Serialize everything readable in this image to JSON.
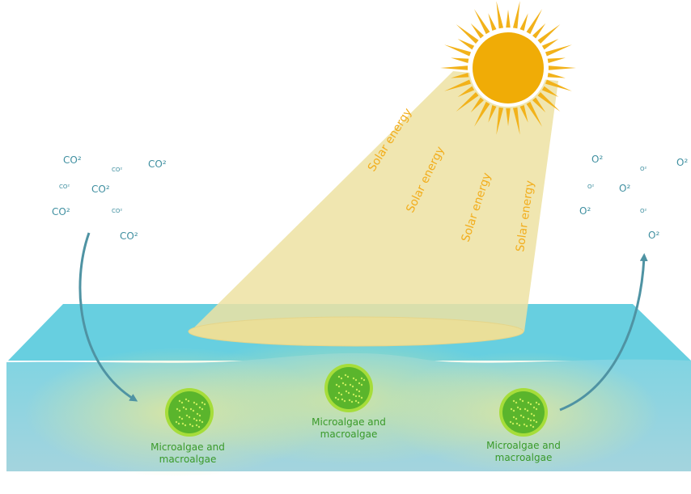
{
  "diagram": {
    "solar_label": "Solar energy",
    "co2_label": "CO²",
    "o2_label": "O²",
    "algae_label_line1": "Microalgae and",
    "algae_label_line2": "macroalgae"
  },
  "colors": {
    "sun": "#f0ac06",
    "sun_rays": "#f2b21a",
    "light_beam": "#eee3a8",
    "water_top": "#67cfe0",
    "water_body": "#9fd3df",
    "algae_glow": "#d4e49a",
    "algae_cell": "#5ab52c",
    "algae_ring": "#a6dd3a",
    "arrow": "#4f93a3",
    "gas_text": "#3f8fa0",
    "solar_text": "#f2ad1c",
    "algae_text": "#3a9a2a"
  },
  "icons": [
    "sun-icon",
    "algae-cell-icon",
    "curved-arrow-icon"
  ]
}
